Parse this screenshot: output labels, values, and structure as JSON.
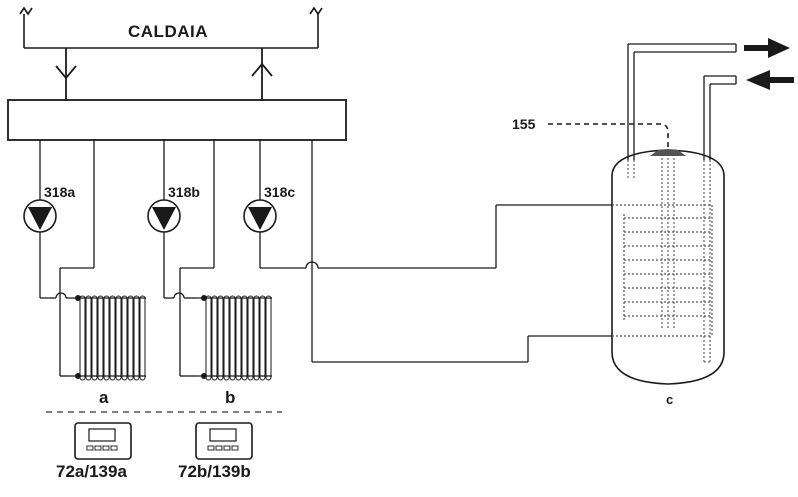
{
  "diagram": {
    "boiler_label": "CALDAIA",
    "pumps": [
      {
        "label": "318a"
      },
      {
        "label": "318b"
      },
      {
        "label": "318c"
      }
    ],
    "radiators": [
      {
        "label": "a"
      },
      {
        "label": "b"
      }
    ],
    "controllers": [
      {
        "label": "72a/139a"
      },
      {
        "label": "72b/139b"
      }
    ],
    "sensor_label": "155",
    "tank_label": "c",
    "colors": {
      "line": "#1a1a1a",
      "dotted": "#555555",
      "background": "#ffffff"
    },
    "icons": [
      "flow-down-icon",
      "flow-up-icon",
      "pump-icon",
      "radiator-icon",
      "controller-icon",
      "outlet-arrow-icon",
      "inlet-arrow-icon"
    ]
  }
}
